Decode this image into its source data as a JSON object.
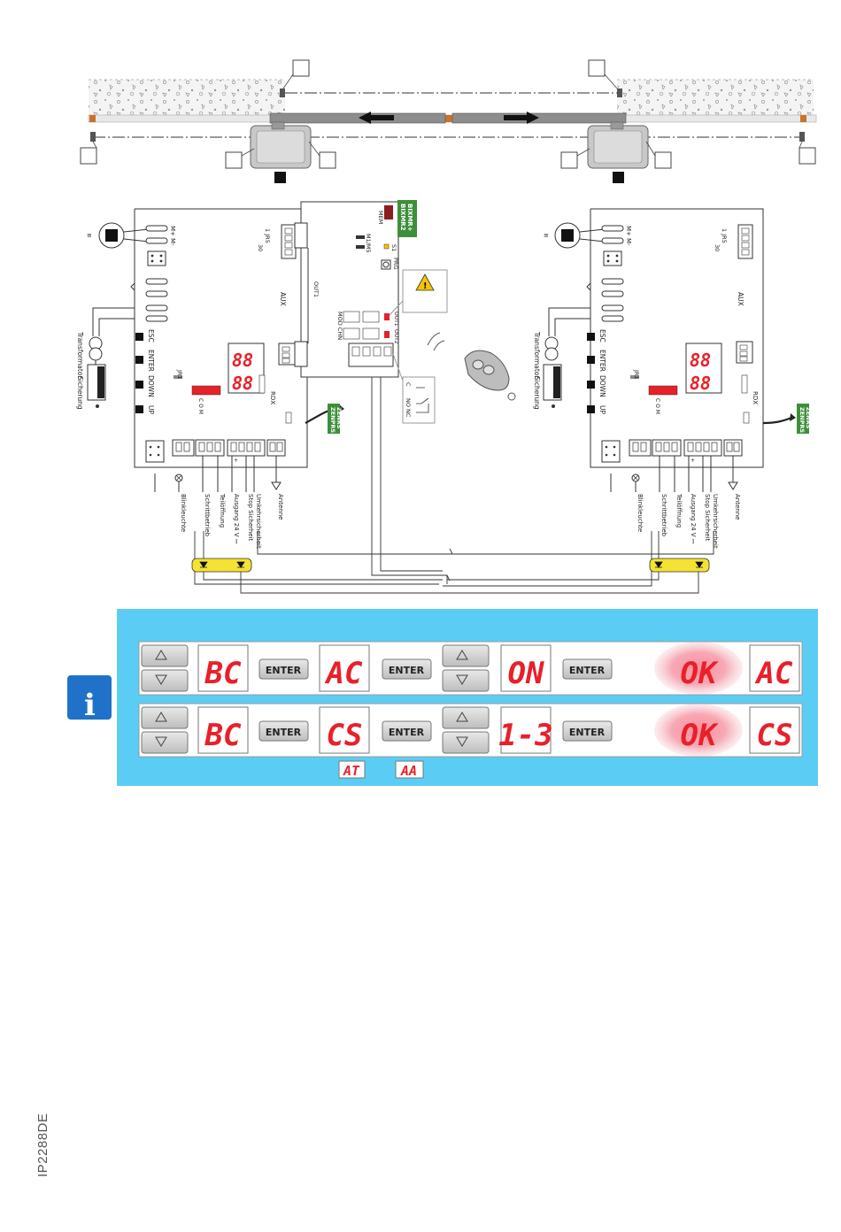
{
  "colors": {
    "panel_bg": "#5bcdf5",
    "led_red": "#e8202a",
    "module_green": "#3e8f3a",
    "info_blue": "#1f72c8",
    "warning_yellow": "#f5c400",
    "junction_yellow": "#f4e234"
  },
  "icons": [
    "motor-icon",
    "transformer-icon",
    "fuse-icon",
    "warning-triangle-icon",
    "remote-control-icon",
    "lamp-icon",
    "antenna-icon",
    "info-icon",
    "arrow-left-icon",
    "arrow-right-icon",
    "photocell-icon"
  ],
  "center_module": {
    "module_label": [
      "BIXMR2",
      "BIXMR+"
    ],
    "mem": "MEM",
    "m1m5": "M1/M5",
    "s1": "S1",
    "prg": "PRG",
    "out1_left": "OUT1",
    "out1": "OUT1",
    "out2": "OUT2",
    "mod_chn": "MOD CHN",
    "relay": [
      "C",
      "NO",
      "NC"
    ]
  },
  "left_board": {
    "motor_labels": [
      "M+",
      "M-"
    ],
    "jr5": [
      "1",
      "JR5",
      "30"
    ],
    "aux": "AUX",
    "rdx": "RDX",
    "jr1": "JR1",
    "com": [
      "C",
      "O",
      "M"
    ],
    "buttons": [
      "ESC",
      "ENTER",
      "DOWN",
      "UP"
    ],
    "transformer": "Transformator",
    "fuse": "Sicherung",
    "module_tag": [
      "ZENPRS",
      "ZENRS"
    ],
    "terminals": [
      "Blinkleuchte",
      "Schrittbetrieb",
      "Teilöffnung",
      "Ausgang 24 V ⎓",
      "Stop Sicherheit",
      "Umkehrsicherheit",
      "Antenne"
    ],
    "plus_sign": "+"
  },
  "right_board": {
    "motor_labels": [
      "M+",
      "M-"
    ],
    "jr5": [
      "1",
      "JR5",
      "30"
    ],
    "aux": "AUX",
    "rdx": "RDX",
    "jr1": "JR1",
    "com": [
      "C",
      "O",
      "M"
    ],
    "buttons": [
      "ESC",
      "ENTER",
      "DOWN",
      "UP"
    ],
    "transformer": "Transformator",
    "fuse": "Sicherung",
    "module_tag": [
      "ZENPRS",
      "ZENRS"
    ],
    "terminals": [
      "Blinkleuchte",
      "Schrittbetrieb",
      "Teilöffnung",
      "Ausgang 24 V ⎓",
      "Stop Sicherheit",
      "Umkehrsicherheit",
      "Antenne"
    ],
    "plus_sign": "+"
  },
  "procedure": {
    "row1": {
      "d1": "BC",
      "enter1": "ENTER",
      "d2": "AC",
      "enter2": "ENTER",
      "d3": "ON",
      "enter3": "ENTER",
      "ok": "OK",
      "result": "AC"
    },
    "row2": {
      "d1": "BC",
      "enter1": "ENTER",
      "d2": "CS",
      "enter2": "ENTER",
      "d3": "1-3",
      "enter3": "ENTER",
      "ok": "OK",
      "result": "CS"
    },
    "alternatives": [
      "AT",
      "AA"
    ]
  },
  "doc_code": "IP2288DE"
}
